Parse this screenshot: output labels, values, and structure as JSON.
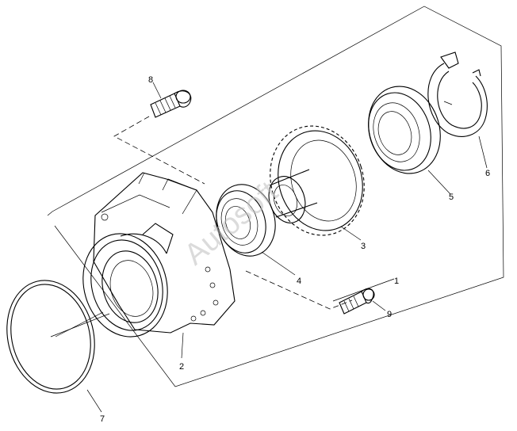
{
  "callouts": [
    "1",
    "2",
    "3",
    "4",
    "5",
    "6",
    "7",
    "8",
    "9"
  ],
  "watermark": "Autosoft"
}
